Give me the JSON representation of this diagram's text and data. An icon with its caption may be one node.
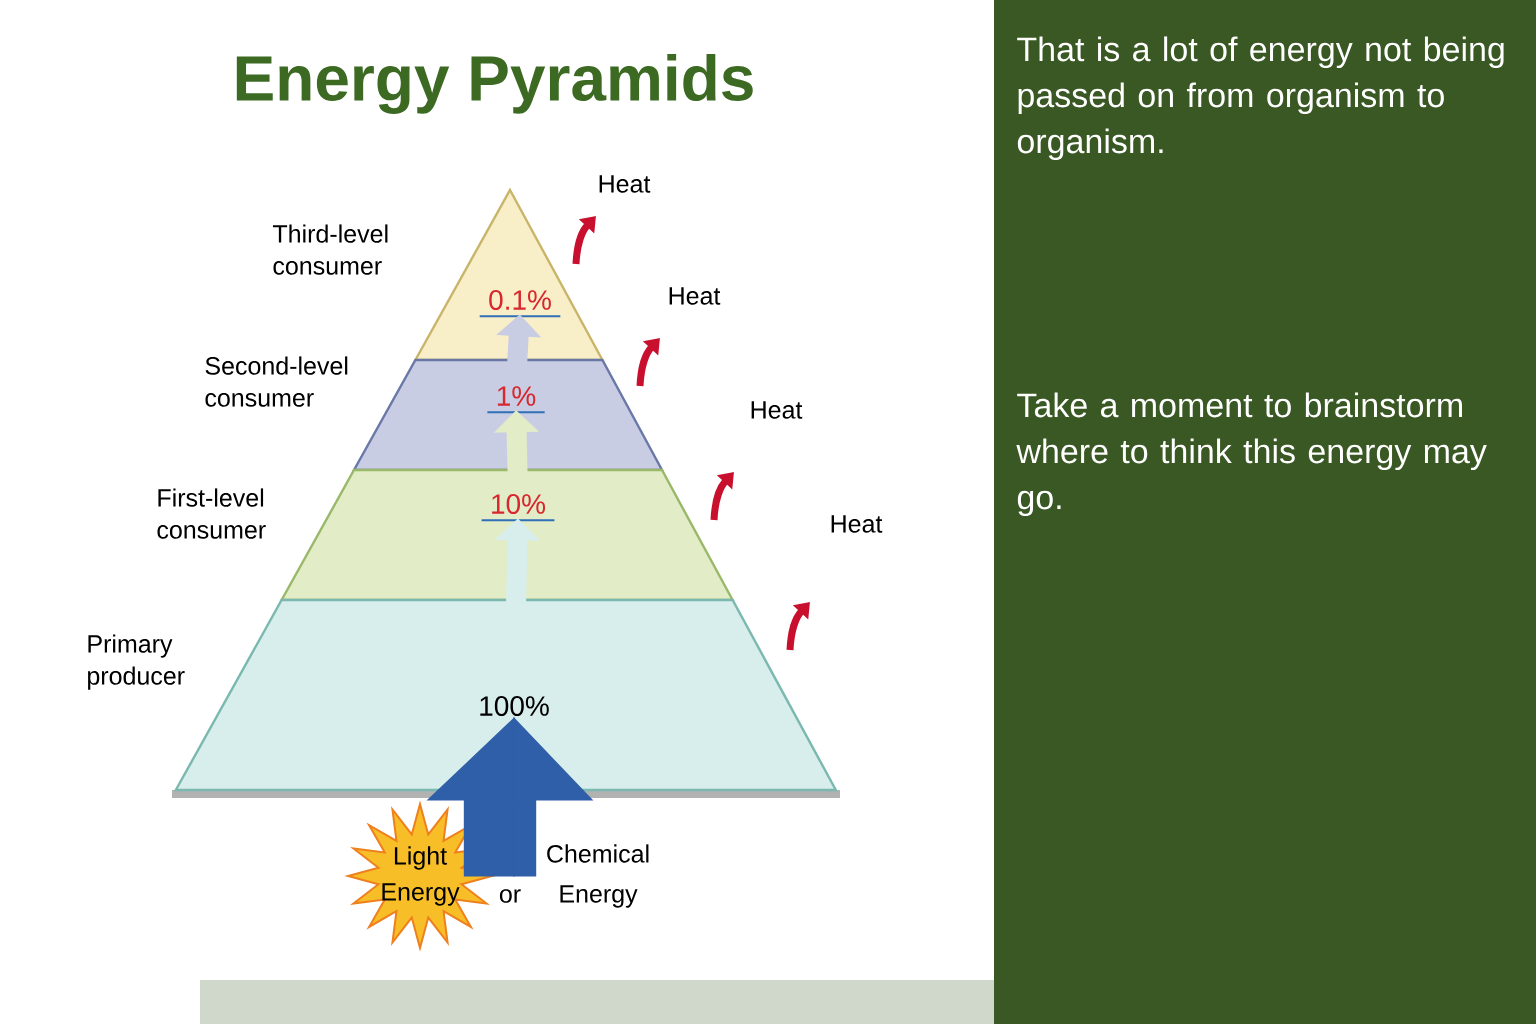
{
  "diagram": {
    "title": "Energy Pyramids",
    "nodes": [
      {
        "text": [
          "0.1%"
        ],
        "beside": [
          "Third-level consumer"
        ]
      },
      {
        "text": [
          "1%"
        ],
        "beside": [
          "Second-level consumer"
        ]
      },
      {
        "text": [
          "10%"
        ],
        "beside": [
          "First-level consumer"
        ]
      },
      {
        "text": [
          "100%"
        ],
        "beside": [
          "Primary producer"
        ]
      },
      {
        "text": [
          "Light Energy"
        ]
      },
      {
        "text": [
          "Chemical Energy"
        ]
      }
    ],
    "edges": [
      {
        "from": 3,
        "to": 2,
        "arrow": "to",
        "color": "#d8eeec"
      },
      {
        "from": 2,
        "to": 1,
        "arrow": "to",
        "color": "#e2ecc6"
      },
      {
        "from": 1,
        "to": 0,
        "arrow": "to",
        "color": "#c9cde3"
      },
      {
        "from": 4,
        "to": 3,
        "arrow": "to",
        "style": "thick",
        "color": "#2f5fa8"
      },
      {
        "from": 5,
        "to": 3,
        "arrow": "to",
        "style": "thick",
        "color": "#2f5fa8"
      }
    ],
    "labels": [
      "Heat",
      "Heat",
      "Heat",
      "Heat",
      "or",
      "That is a lot of energy not being passed on from organism to organism.",
      "Take a moment to brainstorm where to think this energy may go."
    ]
  }
}
